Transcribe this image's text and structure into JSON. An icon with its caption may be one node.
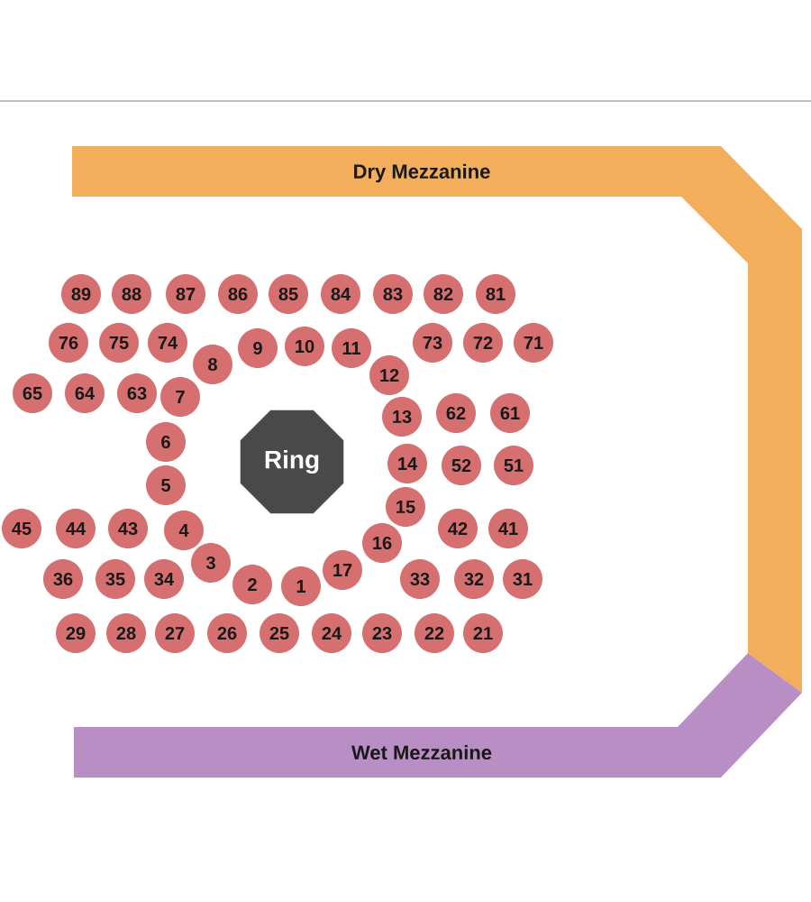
{
  "diagram": {
    "nodes": [
      {
        "text": [
          "Dry Mezzanine"
        ]
      },
      {
        "text": [
          "89"
        ]
      },
      {
        "text": [
          "88"
        ]
      },
      {
        "text": [
          "87"
        ]
      },
      {
        "text": [
          "86"
        ]
      },
      {
        "text": [
          "85"
        ]
      },
      {
        "text": [
          "84"
        ]
      },
      {
        "text": [
          "83"
        ]
      },
      {
        "text": [
          "82"
        ]
      },
      {
        "text": [
          "81"
        ]
      },
      {
        "text": [
          "76"
        ]
      },
      {
        "text": [
          "75"
        ]
      },
      {
        "text": [
          "74"
        ]
      },
      {
        "text": [
          "9"
        ]
      },
      {
        "text": [
          "10"
        ]
      },
      {
        "text": [
          "11"
        ]
      },
      {
        "text": [
          "73"
        ]
      },
      {
        "text": [
          "72"
        ]
      },
      {
        "text": [
          "71"
        ]
      },
      {
        "text": [
          "8"
        ]
      },
      {
        "text": [
          "12"
        ]
      },
      {
        "text": [
          "65"
        ]
      },
      {
        "text": [
          "64"
        ]
      },
      {
        "text": [
          "63"
        ]
      },
      {
        "text": [
          "7"
        ]
      },
      {
        "text": [
          "13"
        ]
      },
      {
        "text": [
          "62"
        ]
      },
      {
        "text": [
          "61"
        ]
      },
      {
        "text": [
          "6"
        ]
      },
      {
        "text": [
          "Ring"
        ]
      },
      {
        "text": [
          "14"
        ]
      },
      {
        "text": [
          "52"
        ]
      },
      {
        "text": [
          "51"
        ]
      },
      {
        "text": [
          "5"
        ]
      },
      {
        "text": [
          "15"
        ]
      },
      {
        "text": [
          "45"
        ]
      },
      {
        "text": [
          "44"
        ]
      },
      {
        "text": [
          "43"
        ]
      },
      {
        "text": [
          "4"
        ]
      },
      {
        "text": [
          "42"
        ]
      },
      {
        "text": [
          "41"
        ]
      },
      {
        "text": [
          "16"
        ]
      },
      {
        "text": [
          "3"
        ]
      },
      {
        "text": [
          "17"
        ]
      },
      {
        "text": [
          "36"
        ]
      },
      {
        "text": [
          "35"
        ]
      },
      {
        "text": [
          "34"
        ]
      },
      {
        "text": [
          "2"
        ]
      },
      {
        "text": [
          "1"
        ]
      },
      {
        "text": [
          "33"
        ]
      },
      {
        "text": [
          "32"
        ]
      },
      {
        "text": [
          "31"
        ]
      },
      {
        "text": [
          "29"
        ]
      },
      {
        "text": [
          "28"
        ]
      },
      {
        "text": [
          "27"
        ]
      },
      {
        "text": [
          "26"
        ]
      },
      {
        "text": [
          "25"
        ]
      },
      {
        "text": [
          "24"
        ]
      },
      {
        "text": [
          "23"
        ]
      },
      {
        "text": [
          "22"
        ]
      },
      {
        "text": [
          "21"
        ]
      },
      {
        "text": [
          "Wet Mezzanine"
        ]
      }
    ]
  }
}
